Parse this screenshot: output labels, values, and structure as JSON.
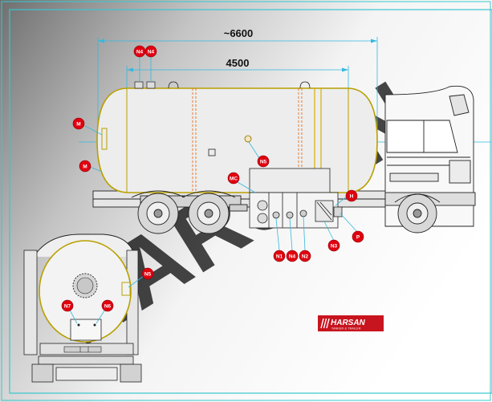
{
  "dimensions": {
    "overall_length": "~6600",
    "tank_length": "4500"
  },
  "nozzle_labels": {
    "n4_top_a": "N4",
    "n4_top_b": "N4",
    "m_shell": "M",
    "m_lower": "M",
    "n5_side": "N5",
    "mc": "MC",
    "h": "H",
    "n1": "N1",
    "n4_bottom": "N4",
    "n2": "N2",
    "n3": "N3",
    "p": "P",
    "n5_rear": "N5",
    "n7": "N7",
    "n6": "N6"
  },
  "watermark": "HARSAN",
  "logo": {
    "name": "HARSAN",
    "tagline": "TANKER & TRAILER"
  },
  "colors": {
    "tank_outline": "#b8a000",
    "dimension_line": "#33b9e0",
    "label_fill": "#e0000f",
    "frame_border": "#36c8d0",
    "logo_bg": "#c8141e",
    "watermark": "#000000"
  }
}
